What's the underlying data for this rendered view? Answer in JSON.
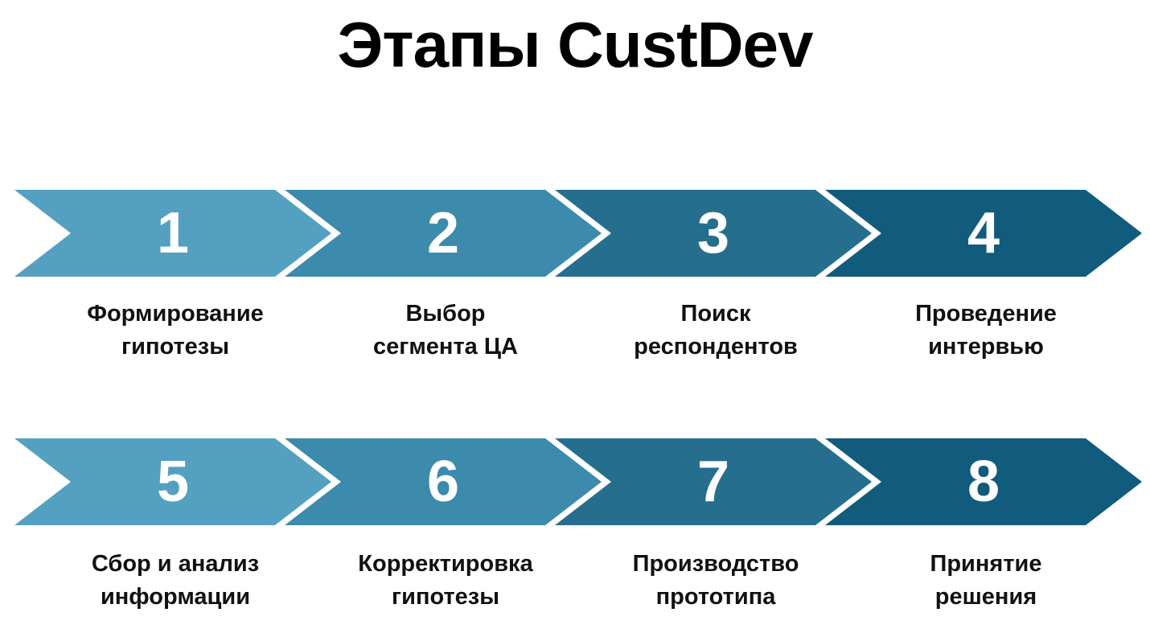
{
  "title": "Этапы CustDev",
  "colors": {
    "background": "#ffffff",
    "title_text": "#000000",
    "label_text": "#111111",
    "number_text": "#ffffff",
    "stage_gradient": [
      "#54A0C1",
      "#3C8AAC",
      "#256E8E",
      "#115C7D"
    ]
  },
  "rows": [
    {
      "stages": [
        {
          "number": "1",
          "label": "Формирование\nгипотезы",
          "color": "#54A0C1"
        },
        {
          "number": "2",
          "label": "Выбор\nсегмента ЦА",
          "color": "#3C8AAC"
        },
        {
          "number": "3",
          "label": "Поиск\nреспондентов",
          "color": "#256E8E"
        },
        {
          "number": "4",
          "label": "Проведение\nинтервью",
          "color": "#115C7D"
        }
      ]
    },
    {
      "stages": [
        {
          "number": "5",
          "label": "Сбор и анализ\nинформации",
          "color": "#54A0C1"
        },
        {
          "number": "6",
          "label": "Корректировка\nгипотезы",
          "color": "#3C8AAC"
        },
        {
          "number": "7",
          "label": "Производство\nпрототипа",
          "color": "#256E8E"
        },
        {
          "number": "8",
          "label": "Принятие\nрешения",
          "color": "#115C7D"
        }
      ]
    }
  ]
}
